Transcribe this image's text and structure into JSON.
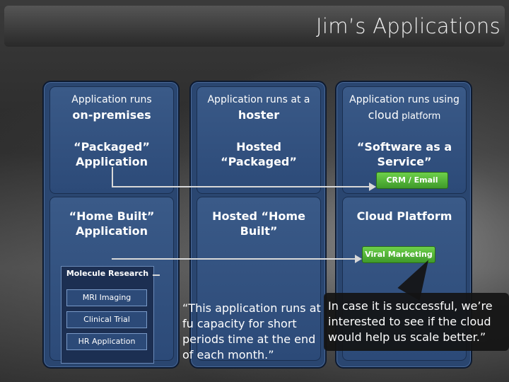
{
  "title": "Jim’s Applications",
  "columns": [
    {
      "top": "Application runs",
      "bottom_bold": "on-premises",
      "bottom_rest": ""
    },
    {
      "top": "Application runs at a",
      "bottom_bold": "hoster",
      "bottom_rest": ""
    },
    {
      "top": "Application runs using",
      "bottom_bold": "cloud",
      "bottom_rest": " platform"
    }
  ],
  "row1": [
    "“Packaged” Application",
    "Hosted “Packaged”",
    "“Software as a Service”"
  ],
  "row2": [
    "“Home Built” Application",
    "Hosted “Home Built”",
    "Cloud Platform"
  ],
  "tags": {
    "crm": "CRM / Email",
    "viral": "Viral Marketing"
  },
  "molecule": {
    "title": "Molecule Research",
    "items": [
      "MRI Imaging",
      "Clinical Trial",
      "HR Application"
    ]
  },
  "quote_left": "“This application runs at fu capacity for short periods time at the end of each month.”",
  "quote_right": "In case it is successful, we’re interested to see if the cloud would help us scale better.”"
}
